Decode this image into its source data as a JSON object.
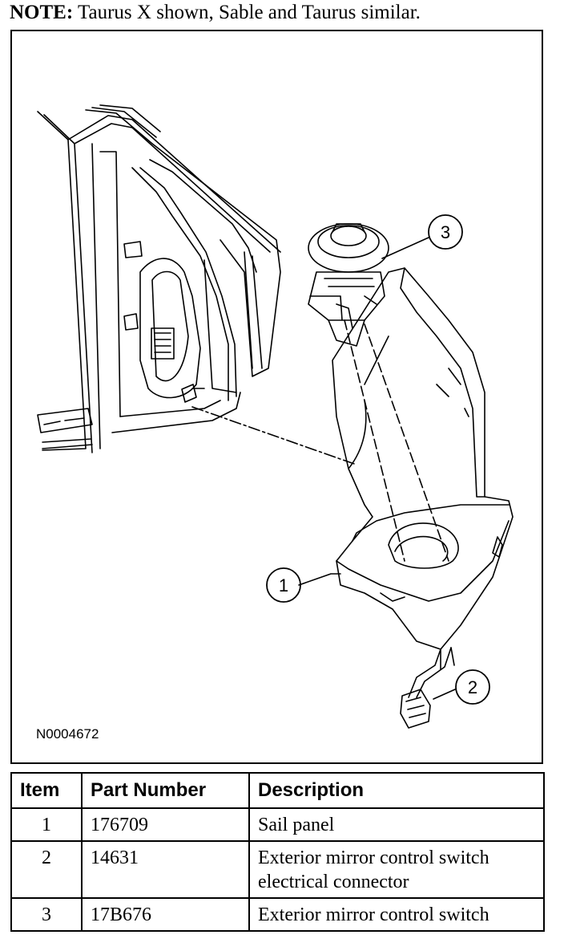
{
  "note": {
    "label": "NOTE:",
    "text": " Taurus X shown, Sable and Taurus similar."
  },
  "figure": {
    "id": "N0004672",
    "callouts": [
      "1",
      "2",
      "3"
    ]
  },
  "table": {
    "headers": {
      "item": "Item",
      "part_number": "Part Number",
      "description": "Description"
    },
    "rows": [
      {
        "item": "1",
        "part_number": "176709",
        "description": "Sail panel"
      },
      {
        "item": "2",
        "part_number": "14631",
        "description": "Exterior mirror control switch electrical connector"
      },
      {
        "item": "3",
        "part_number": "17B676",
        "description": "Exterior mirror control switch"
      }
    ]
  }
}
